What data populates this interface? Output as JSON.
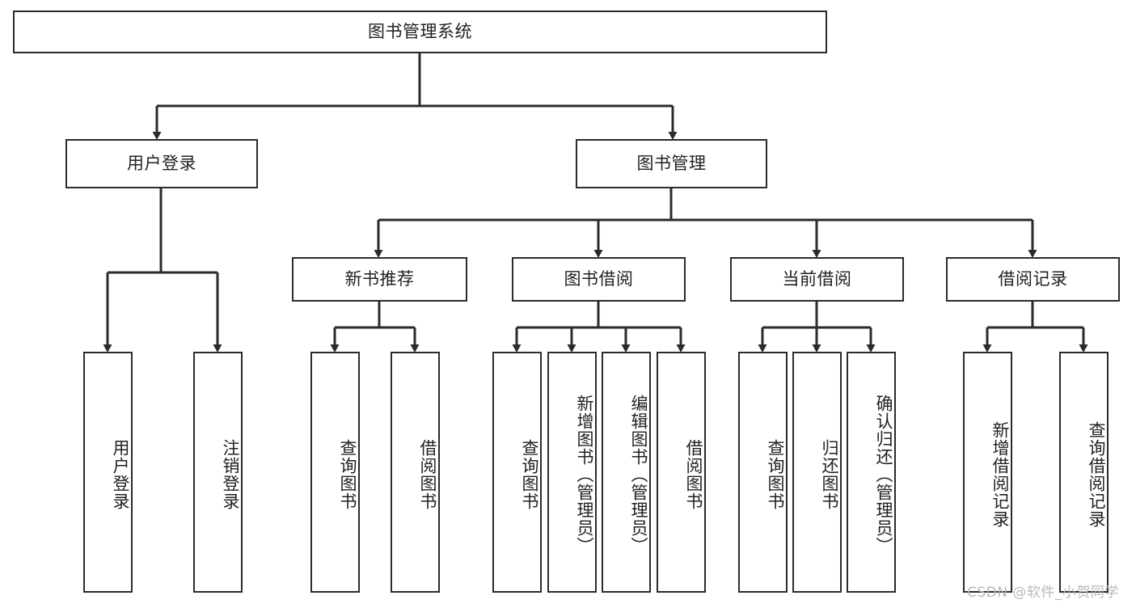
{
  "diagram": {
    "title": "图书管理系统",
    "type": "tree-hierarchy",
    "root": {
      "label": "图书管理系统"
    },
    "level2": [
      {
        "label": "用户登录"
      },
      {
        "label": "图书管理"
      }
    ],
    "level3": [
      {
        "label": "新书推荐"
      },
      {
        "label": "图书借阅"
      },
      {
        "label": "当前借阅"
      },
      {
        "label": "借阅记录"
      }
    ],
    "leaves": {
      "user_login": [
        {
          "label": "用户登录"
        },
        {
          "label": "注销登录"
        }
      ],
      "new_book_recommend": [
        {
          "label": "查询图书"
        },
        {
          "label": "借阅图书"
        }
      ],
      "book_borrow": [
        {
          "label": "查询图书"
        },
        {
          "label": "新增图书（管理员）"
        },
        {
          "label": "编辑图书（管理员）"
        },
        {
          "label": "借阅图书"
        }
      ],
      "current_borrow": [
        {
          "label": "查询图书"
        },
        {
          "label": "归还图书"
        },
        {
          "label": "确认归还（管理员）"
        }
      ],
      "borrow_record": [
        {
          "label": "新增借阅记录"
        },
        {
          "label": "查询借阅记录"
        }
      ]
    }
  },
  "watermark": {
    "text": "CSDN @软件_小贺同学"
  },
  "colors": {
    "stroke": "#2b2b2b",
    "background": "#ffffff",
    "text": "#222222",
    "watermark": "#b9b9b9"
  }
}
